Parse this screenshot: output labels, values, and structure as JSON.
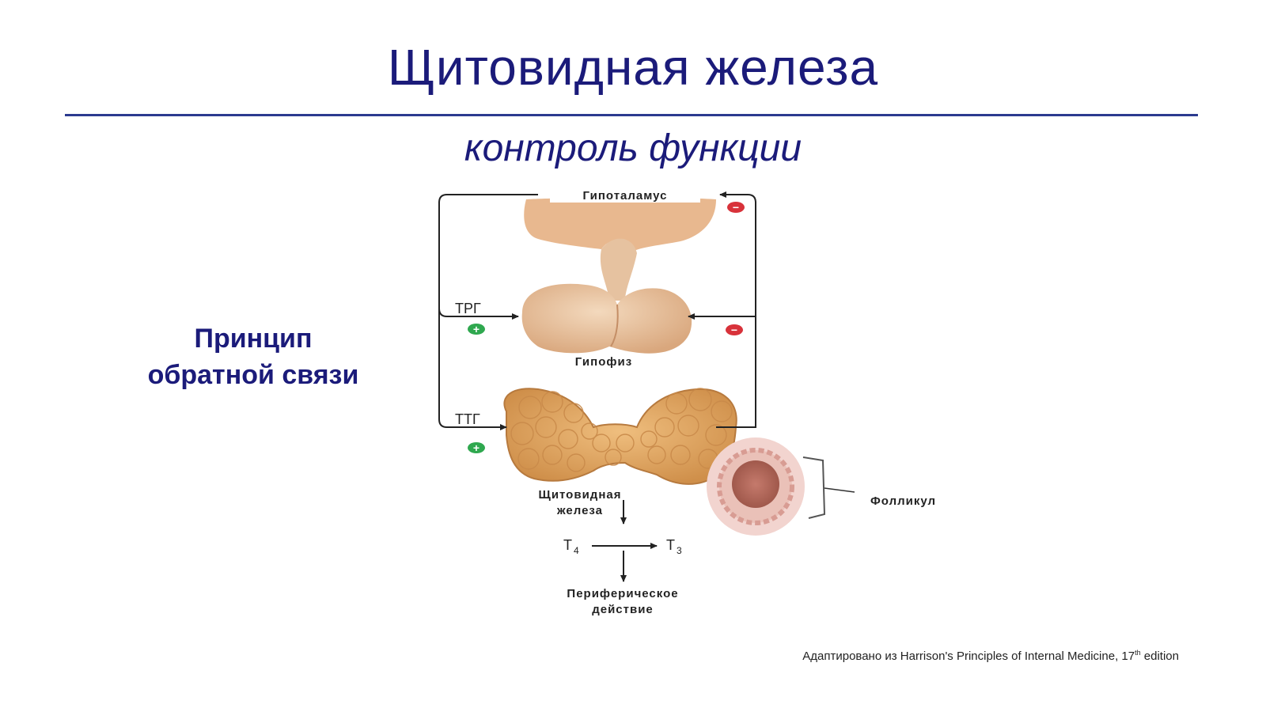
{
  "title": "Щитовидная железа",
  "subtitle": "контроль функции",
  "principle": {
    "line1": "Принцип",
    "line2": "обратной связи"
  },
  "diagram": {
    "hypothalamus": "Гипоталамус",
    "pituitary": "Гипофиз",
    "trg": "ТРГ",
    "ttg": "ТТГ",
    "thyroid_line1": "Щитовидная",
    "thyroid_line2": "железа",
    "follicle": "Фолликул",
    "t4": "T",
    "t4_sub": "4",
    "t3": "T",
    "t3_sub": "3",
    "peripheral_line1": "Периферическое",
    "peripheral_line2": "действие",
    "plus_sign": "+",
    "minus_sign": "−",
    "colors": {
      "plus": "#2fa84f",
      "minus": "#d8323a",
      "gland": "#e3a866",
      "pituitary": "#e8c29e"
    }
  },
  "credit": {
    "text": "Адаптировано из Harrison's Principles of Internal Medicine, 17",
    "sup": "th",
    "suffix": " edition"
  }
}
